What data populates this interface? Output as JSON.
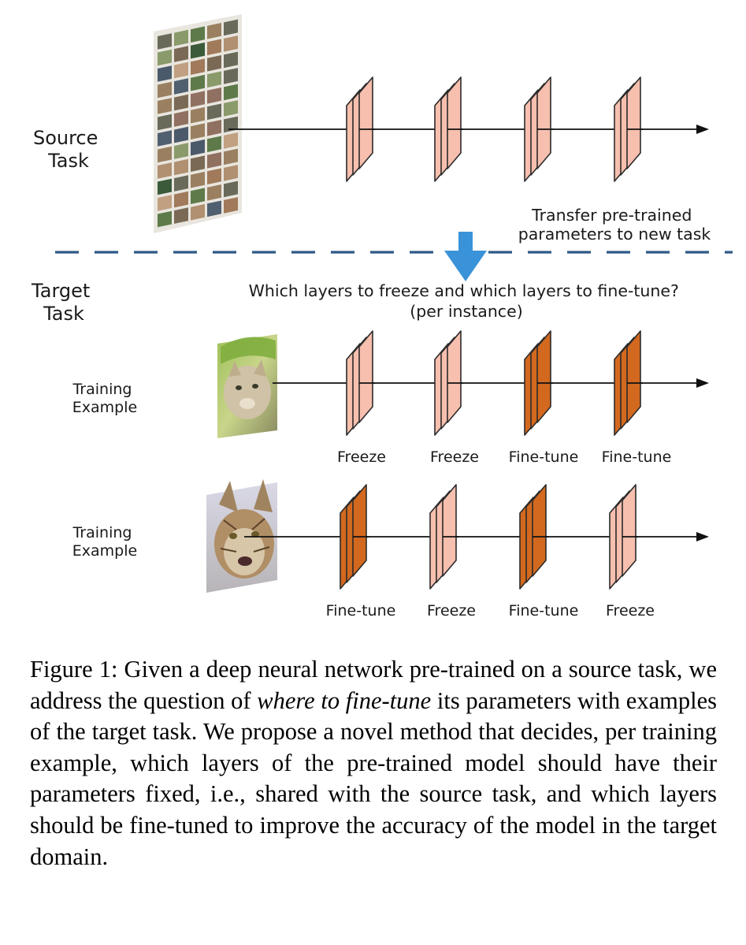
{
  "figure": {
    "source_task_label": [
      "Source",
      "Task"
    ],
    "target_task_label": [
      "Target",
      "Task"
    ],
    "transfer_note": [
      "Transfer pre-trained",
      "parameters to new task"
    ],
    "question": [
      "Which layers to freeze and which layers to fine-tune?",
      "(per instance)"
    ],
    "examples": [
      {
        "label": [
          "Training",
          "Example"
        ],
        "layers": [
          {
            "mode": "Freeze"
          },
          {
            "mode": "Freeze"
          },
          {
            "mode": "Fine-tune"
          },
          {
            "mode": "Fine-tune"
          }
        ]
      },
      {
        "label": [
          "Training",
          "Example"
        ],
        "layers": [
          {
            "mode": "Fine-tune"
          },
          {
            "mode": "Freeze"
          },
          {
            "mode": "Fine-tune"
          },
          {
            "mode": "Freeze"
          }
        ]
      }
    ],
    "colors": {
      "freeze": "#f7bfae",
      "finetune": "#d2691f",
      "dash": "#2e5a87",
      "transfer_arrow": "#3a93d8"
    }
  },
  "caption": {
    "prefix": "Figure 1:  Given a deep neural network pre-trained on a source task, we address the question of ",
    "emphasis": "where to fine-tune",
    "suffix": " its parameters with examples of the target task. We propose a novel method that decides, per training example, which layers of the pre-trained model should have their parameters fixed, i.e., shared with the source task, and which layers should be fine-tuned to improve the accuracy of the model in the target domain."
  }
}
